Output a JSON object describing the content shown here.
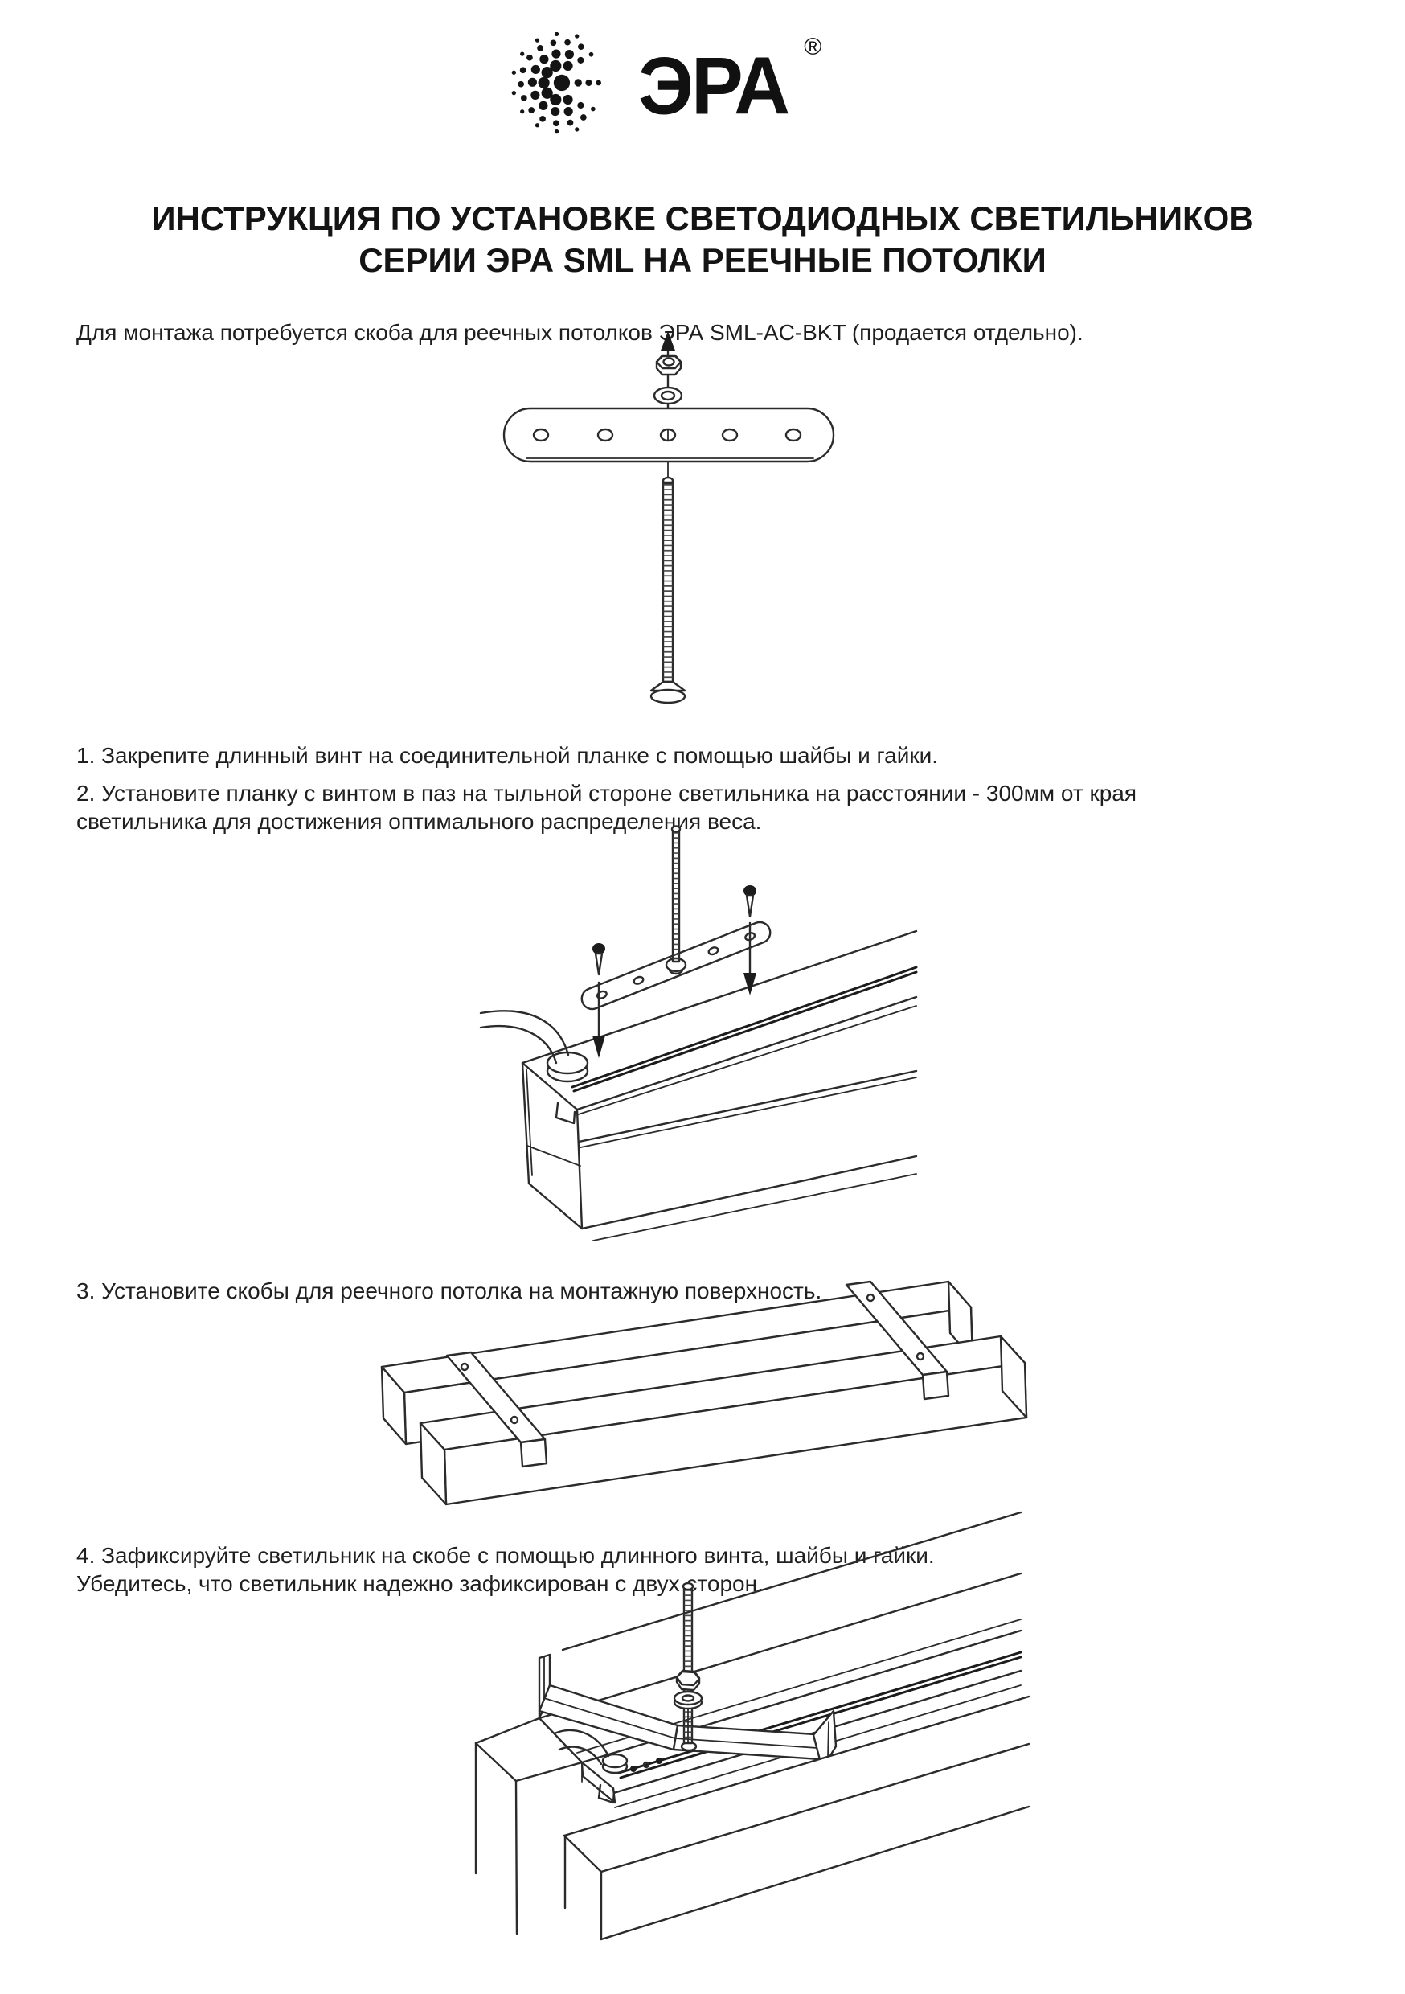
{
  "page": {
    "background": "#ffffff",
    "ink_color": "#1d1d1d",
    "line_color": "#2b2b2b"
  },
  "logo": {
    "brand": "ЭРА",
    "registered": "®",
    "emblem_icon": "era-dot-rosette-icon"
  },
  "title": {
    "line1": "ИНСТРУКЦИЯ ПО УСТАНОВКЕ СВЕТОДИОДНЫХ СВЕТИЛЬНИКОВ",
    "line2": "СЕРИИ ЭРА SML НА РЕЕЧНЫЕ ПОТОЛКИ"
  },
  "intro": "Для монтажа потребуется скоба для реечных потолков ЭРА SML-AC-BKT (продается отдельно).",
  "steps": [
    {
      "text": "1. Закрепите длинный винт на соединительной планке с помощью шайбы и гайки."
    },
    {
      "text": "2. Установите планку с винтом в паз на тыльной стороне светильника на расстоянии - 300мм от края\nсветильника для достижения оптимального распределения веса."
    },
    {
      "text": "3. Установите скобы для реечного потолка на монтажную поверхность."
    },
    {
      "text": "4. Зафиксируйте светильник на скобе с помощью длинного винта, шайбы и гайки.\nУбедитесь, что светильник надежно зафиксирован с двух сторон."
    }
  ],
  "figures": {
    "fig1_alt": "long-screw-washer-and-nut-on-connector-plate",
    "fig2_alt": "plate-with-screw-inserted-into-rear-slot-of-luminaire",
    "fig3_alt": "brackets-mounted-on-slatted-ceiling-rails",
    "fig4_alt": "luminaire-fixed-to-bracket-with-long-screw"
  }
}
